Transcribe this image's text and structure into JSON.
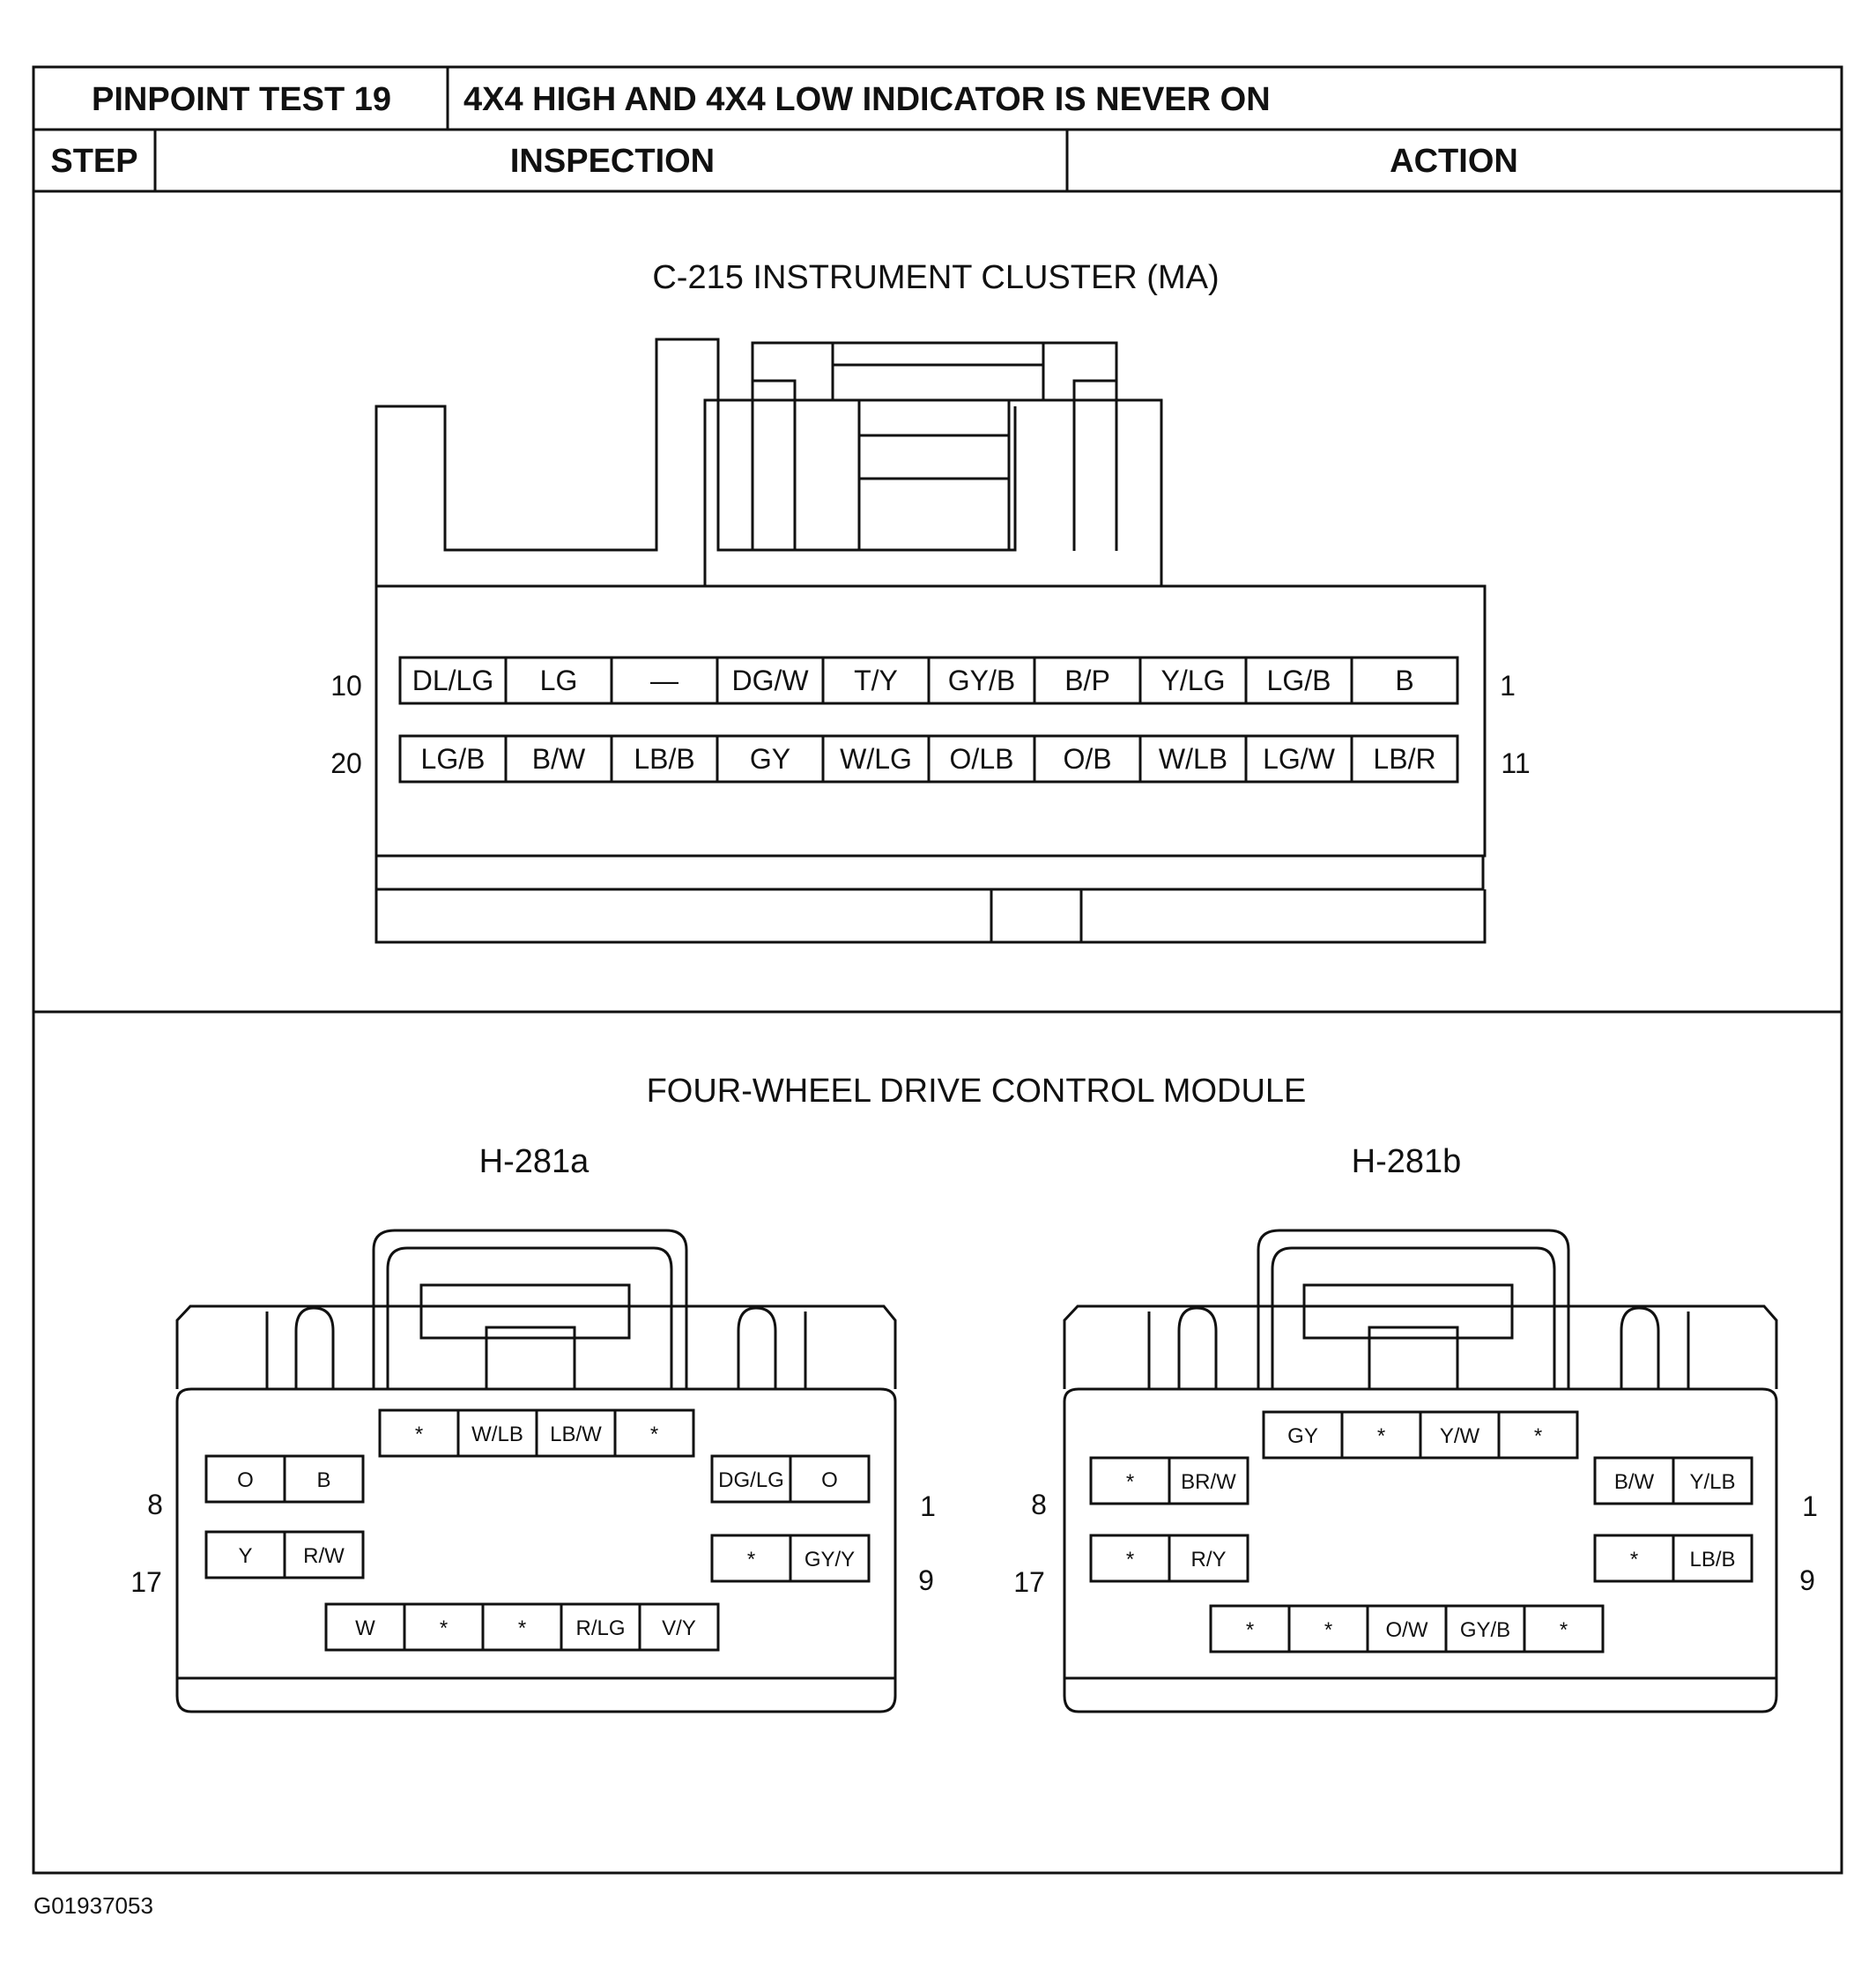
{
  "header": {
    "test_label": "PINPOINT TEST 19",
    "test_title": "4X4 HIGH AND 4X4 LOW INDICATOR IS NEVER ON",
    "col_step": "STEP",
    "col_inspection": "INSPECTION",
    "col_action": "ACTION"
  },
  "cluster": {
    "title": "C-215 INSTRUMENT CLUSTER (MA)",
    "row1_left": "10",
    "row1_right": "1",
    "row2_left": "20",
    "row2_right": "11",
    "row1": [
      "DL/LG",
      "LG",
      "—",
      "DG/W",
      "T/Y",
      "GY/B",
      "B/P",
      "Y/LG",
      "LG/B",
      "B"
    ],
    "row2": [
      "LG/B",
      "B/W",
      "LB/B",
      "GY",
      "W/LG",
      "O/LB",
      "O/B",
      "W/LB",
      "LG/W",
      "LB/R"
    ]
  },
  "module": {
    "title": "FOUR-WHEEL DRIVE CONTROL MODULE",
    "a": {
      "label": "H-281a",
      "left_top": "8",
      "left_bottom": "17",
      "right_top": "1",
      "right_bottom": "9",
      "top_row": [
        "*",
        "W/LB",
        "LB/W",
        "*"
      ],
      "left_upper": [
        "O",
        "B"
      ],
      "right_upper": [
        "DG/LG",
        "O"
      ],
      "left_lower": [
        "Y",
        "R/W"
      ],
      "right_lower": [
        "*",
        "GY/Y"
      ],
      "bottom_row": [
        "W",
        "*",
        "*",
        "R/LG",
        "V/Y"
      ]
    },
    "b": {
      "label": "H-281b",
      "left_top": "8",
      "left_bottom": "17",
      "right_top": "1",
      "right_bottom": "9",
      "top_row": [
        "GY",
        "*",
        "Y/W",
        "*"
      ],
      "left_upper": [
        "*",
        "BR/W"
      ],
      "right_upper": [
        "B/W",
        "Y/LB"
      ],
      "left_lower": [
        "*",
        "R/Y"
      ],
      "right_lower": [
        "*",
        "LB/B"
      ],
      "bottom_row": [
        "*",
        "*",
        "O/W",
        "GY/B",
        "*"
      ]
    }
  },
  "figure_id": "G01937053"
}
